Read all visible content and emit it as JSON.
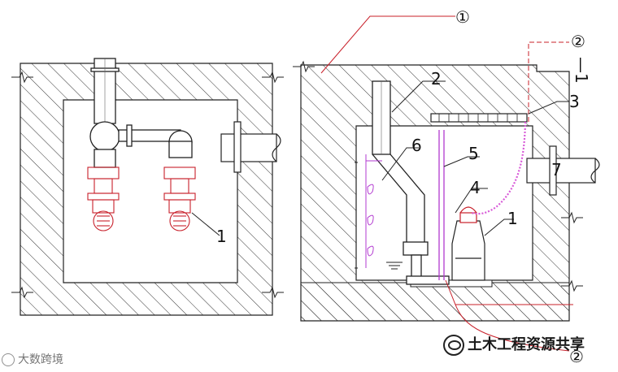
{
  "labels": {
    "left_1": "1",
    "c1": "①",
    "c2_1": "②",
    "c2_1_suffix": "—1",
    "n2": "2",
    "n3": "3",
    "n4": "4",
    "n5": "5",
    "n6": "6",
    "n7": "7",
    "n1": "1",
    "c2": "②"
  },
  "watermarks": {
    "left": "大数跨境",
    "right": "土木工程资源共享"
  },
  "colors": {
    "line": "#222222",
    "hatch": "#333333",
    "red": "#c8202a",
    "magenta": "#b23ad0",
    "pink_chain": "#d85ad8"
  }
}
